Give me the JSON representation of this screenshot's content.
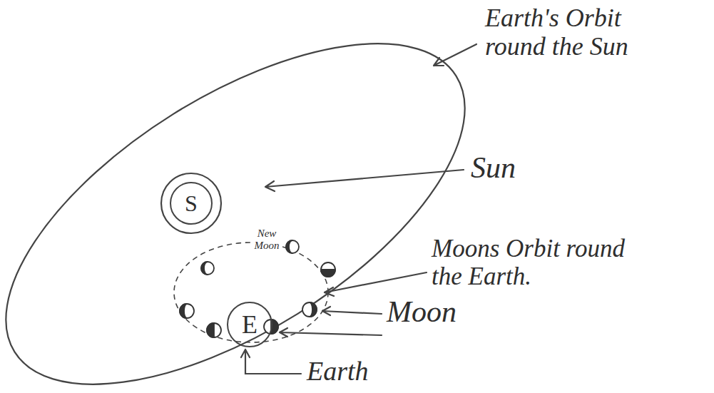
{
  "diagram": {
    "nodes": [
      {
        "text": [
          "S"
        ]
      },
      {
        "text": [
          "E"
        ]
      }
    ],
    "labels": [
      "Earth's Orbit round the Sun",
      "Sun",
      "New Moon",
      "Moons Orbit round the Earth.",
      "Moon",
      "Earth"
    ]
  }
}
